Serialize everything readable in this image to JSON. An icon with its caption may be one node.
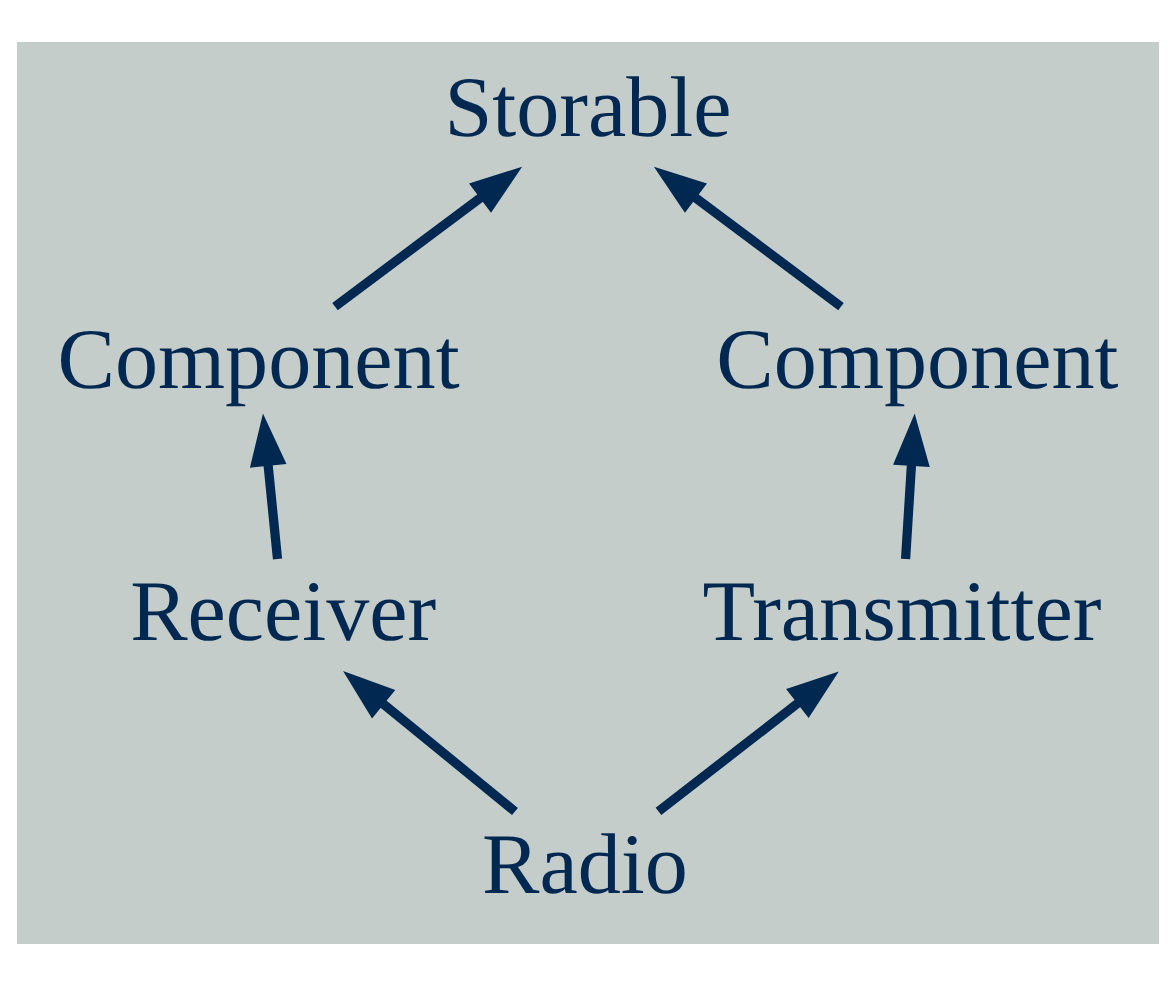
{
  "diagram": {
    "nodes": [
      {
        "text": [
          "Storable"
        ]
      },
      {
        "text": [
          "Component"
        ]
      },
      {
        "text": [
          "Component"
        ]
      },
      {
        "text": [
          "Receiver"
        ]
      },
      {
        "text": [
          "Transmitter"
        ]
      },
      {
        "text": [
          "Radio"
        ]
      }
    ],
    "edges": [
      {
        "from": 1,
        "to": 0,
        "arrow": "to"
      },
      {
        "from": 2,
        "to": 0,
        "arrow": "to"
      },
      {
        "from": 3,
        "to": 1,
        "arrow": "to"
      },
      {
        "from": 4,
        "to": 2,
        "arrow": "to"
      },
      {
        "from": 5,
        "to": 3,
        "arrow": "to"
      },
      {
        "from": 5,
        "to": 4,
        "arrow": "to"
      }
    ]
  }
}
